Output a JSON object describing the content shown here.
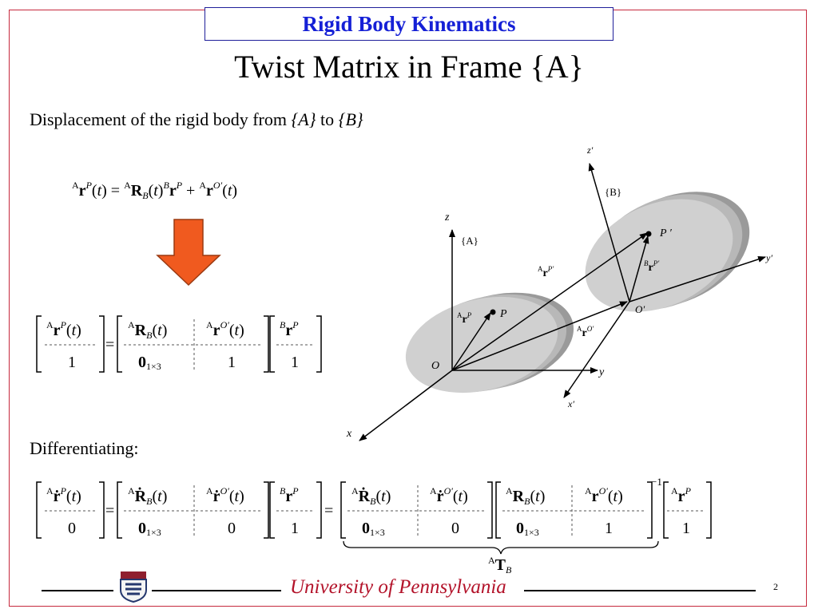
{
  "header": {
    "title": "Rigid Body Kinematics"
  },
  "slide": {
    "title": "Twist Matrix  in Frame {A}",
    "intro_prefix": "Displacement of the rigid body from ",
    "intro_from": "{A}",
    "intro_mid": " to ",
    "intro_to": "{B}",
    "differentiating": "Differentiating:"
  },
  "equations": {
    "zero_row_entry": "0",
    "one_entry": "1",
    "zero_block_sub": "1×3",
    "inverse_exp": "−1",
    "twist_label": "T"
  },
  "figure": {
    "frame_a": "{A}",
    "frame_b": "{B}",
    "axis_z": "z",
    "axis_y": "y",
    "axis_x": "x",
    "axis_z_prime": "z′",
    "axis_y_prime": "y′",
    "axis_x_prime": "x′",
    "origin_o": "O",
    "origin_o_prime": "O′",
    "point_p": "P",
    "point_p_prime": "P ′"
  },
  "footer": {
    "university": "University of Pennsylvania",
    "page_number": "2"
  },
  "colors": {
    "frame_border": "#c6293d",
    "header_text": "#1520d6",
    "header_border": "#1f1f9a",
    "arrow_fill": "#f05a1f",
    "footer_text": "#b3132a"
  }
}
